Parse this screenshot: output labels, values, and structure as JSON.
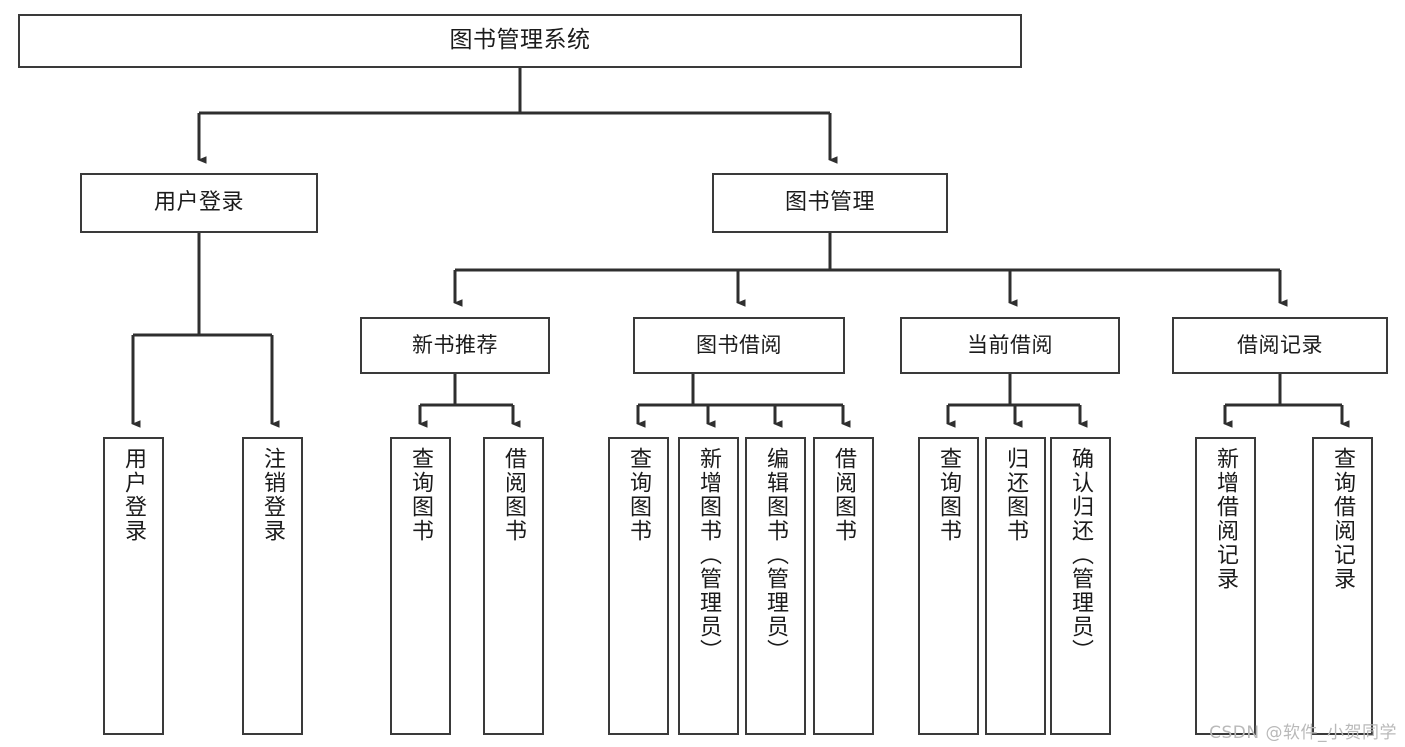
{
  "diagram": {
    "title": "图书管理系统",
    "type": "tree-hierarchy-chart",
    "orientation": "top-down",
    "colors": {
      "node_border": "#3a3a3a",
      "node_fill": "#ffffff",
      "connector": "#2f2f2f",
      "text": "#1b1b1b",
      "watermark": "#b9b9b9",
      "background": "#ffffff"
    }
  },
  "watermark": {
    "text": "CSDN @软件_小贺同学"
  },
  "nodes": {
    "root": {
      "id": "root",
      "label": "图书管理系统",
      "level": 0
    },
    "level1": [
      {
        "id": "user-login",
        "label": "用户登录",
        "level": 1
      },
      {
        "id": "book-management",
        "label": "图书管理",
        "level": 1
      }
    ],
    "level2": [
      {
        "id": "new-book-recommend",
        "label": "新书推荐",
        "level": 2,
        "parent": "book-management"
      },
      {
        "id": "book-borrow",
        "label": "图书借阅",
        "level": 2,
        "parent": "book-management"
      },
      {
        "id": "current-borrow",
        "label": "当前借阅",
        "level": 2,
        "parent": "book-management"
      },
      {
        "id": "borrow-record",
        "label": "借阅记录",
        "level": 2,
        "parent": "book-management"
      }
    ],
    "leaves": [
      {
        "id": "leaf-user-login",
        "label": "用户登录",
        "parent": "user-login"
      },
      {
        "id": "leaf-user-logout",
        "label": "注销登录",
        "parent": "user-login"
      },
      {
        "id": "leaf-query-book-1",
        "label": "查询图书",
        "parent": "new-book-recommend"
      },
      {
        "id": "leaf-borrow-book-1",
        "label": "借阅图书",
        "parent": "new-book-recommend"
      },
      {
        "id": "leaf-query-book-2",
        "label": "查询图书",
        "parent": "book-borrow"
      },
      {
        "id": "leaf-add-book",
        "label": "新增图书（管理员）",
        "parent": "book-borrow"
      },
      {
        "id": "leaf-edit-book",
        "label": "编辑图书（管理员）",
        "parent": "book-borrow"
      },
      {
        "id": "leaf-borrow-book-2",
        "label": "借阅图书",
        "parent": "book-borrow"
      },
      {
        "id": "leaf-query-book-3",
        "label": "查询图书",
        "parent": "current-borrow"
      },
      {
        "id": "leaf-return-book",
        "label": "归还图书",
        "parent": "current-borrow"
      },
      {
        "id": "leaf-confirm-return",
        "label": "确认归还（管理员）",
        "parent": "current-borrow"
      },
      {
        "id": "leaf-add-record",
        "label": "新增借阅记录",
        "parent": "borrow-record"
      },
      {
        "id": "leaf-query-record",
        "label": "查询借阅记录",
        "parent": "borrow-record"
      }
    ]
  }
}
